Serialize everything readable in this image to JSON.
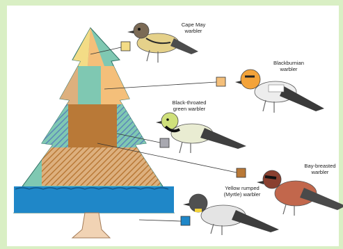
{
  "colors": {
    "frame": "#d9efc4",
    "panel": "#ffffff",
    "tree_green": "#7fc8b2",
    "tip_yellow": "#f3dc86",
    "upper_tan": "#ddb07e",
    "orange_band": "#f4bf7a",
    "brown_block": "#b97937",
    "grey_square": "#a8a8b0",
    "stripe_blue": "#5b86b8",
    "base_blue": "#1f87c8",
    "trunk": "#f1d3b4",
    "line": "#333333"
  },
  "birds": [
    {
      "id": "cape-may",
      "name_lines": [
        "Cape May",
        "warbler"
      ],
      "zone_color": "#f3dc86"
    },
    {
      "id": "blackburnian",
      "name_lines": [
        "Blackburnian",
        "warbler"
      ],
      "zone_color": "#f4bf7a"
    },
    {
      "id": "black-throated-green",
      "name_lines": [
        "Black-throated",
        "green warbler"
      ],
      "zone_color": "#a8a8b0"
    },
    {
      "id": "bay-breasted",
      "name_lines": [
        "Bay-breasted",
        "warbler"
      ],
      "zone_color": "#b97937"
    },
    {
      "id": "yellow-rumped",
      "name_lines": [
        "Yellow rumped",
        "(Myrtle) warbler"
      ],
      "zone_color": "#1f87c8"
    }
  ]
}
